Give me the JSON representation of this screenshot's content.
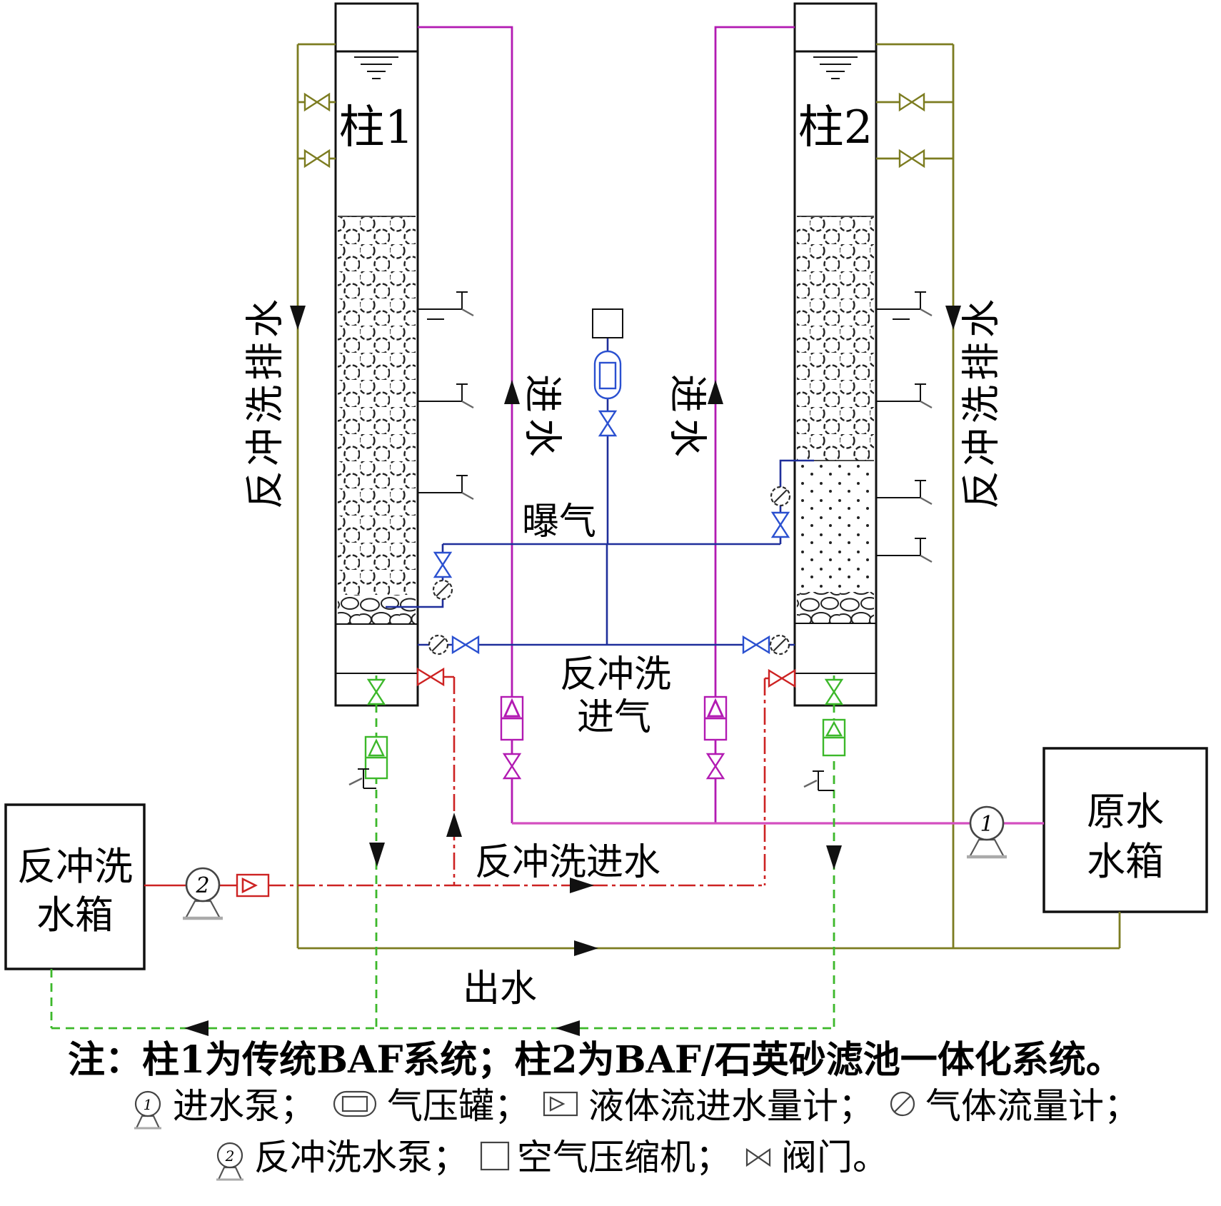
{
  "diagram": {
    "colors": {
      "black": "#111111",
      "olive": "#7c7c20",
      "magenta": "#b21ab2",
      "magenta_header": "#d44fc0",
      "red": "#cd2222",
      "green": "#3cb82a",
      "blue": "#1f2f9b",
      "blue_bright": "#2a50d0",
      "gray": "#9a9a9a"
    },
    "columns": {
      "col1": "柱1",
      "col2": "柱2"
    },
    "labels": {
      "backwash_drain_left": "反冲洗排水",
      "backwash_drain_right": "反冲洗排水",
      "influent_col1": "进水",
      "influent_col2": "进水",
      "aeration": "曝气",
      "backwash_air_l1": "反冲洗",
      "backwash_air_l2": "进气",
      "backwash_influent": "反冲洗进水",
      "effluent": "出水"
    },
    "tanks": {
      "backwash_l1": "反冲洗",
      "backwash_l2": "水箱",
      "raw_l1": "原水",
      "raw_l2": "水箱"
    },
    "pumps": {
      "influent_pump": "1",
      "backwash_pump": "2"
    },
    "note": "注：柱1为传统BAF系统；柱2为BAF/石英砂滤池一体化系统。",
    "legend": {
      "pump1_num": "1",
      "pump2_num": "2",
      "influent_pump": "进水泵；",
      "air_tank": "气压罐；",
      "liquid_flow_meter": "液体流进水量计；",
      "gas_flow_meter": "气体流量计；",
      "backwash_pump": "反冲洗水泵；",
      "air_compressor": "空气压缩机；",
      "valve": "阀门。"
    }
  }
}
